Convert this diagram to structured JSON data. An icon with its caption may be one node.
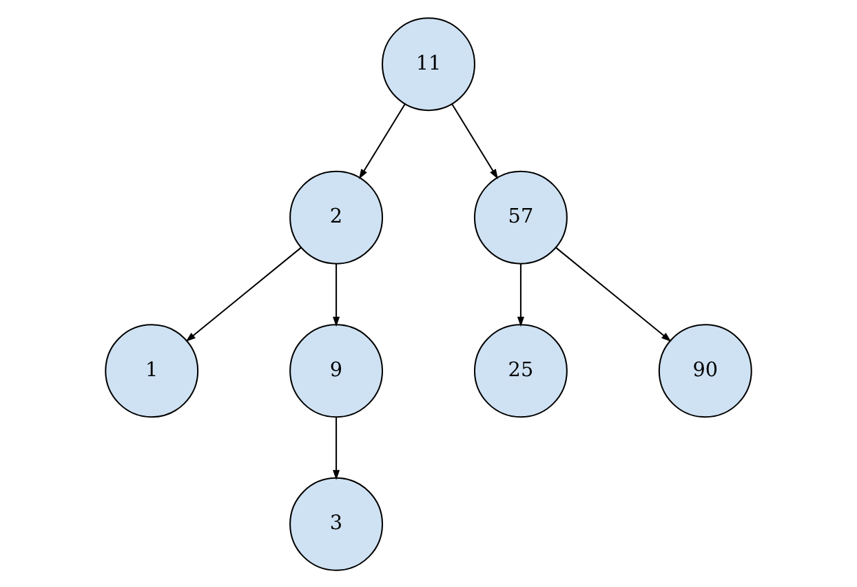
{
  "diagram": {
    "nodes": [
      {
        "text": [
          "11"
        ]
      },
      {
        "text": [
          "2"
        ]
      },
      {
        "text": [
          "57"
        ]
      },
      {
        "text": [
          "1"
        ]
      },
      {
        "text": [
          "9"
        ]
      },
      {
        "text": [
          "25"
        ]
      },
      {
        "text": [
          "90"
        ]
      },
      {
        "text": [
          "3"
        ]
      }
    ],
    "edges": [
      {
        "from": 0,
        "to": 1,
        "arrow": "to"
      },
      {
        "from": 0,
        "to": 2,
        "arrow": "to"
      },
      {
        "from": 1,
        "to": 3,
        "arrow": "to"
      },
      {
        "from": 1,
        "to": 4,
        "arrow": "to"
      },
      {
        "from": 2,
        "to": 5,
        "arrow": "to"
      },
      {
        "from": 2,
        "to": 6,
        "arrow": "to"
      },
      {
        "from": 4,
        "to": 7,
        "arrow": "to"
      }
    ]
  }
}
